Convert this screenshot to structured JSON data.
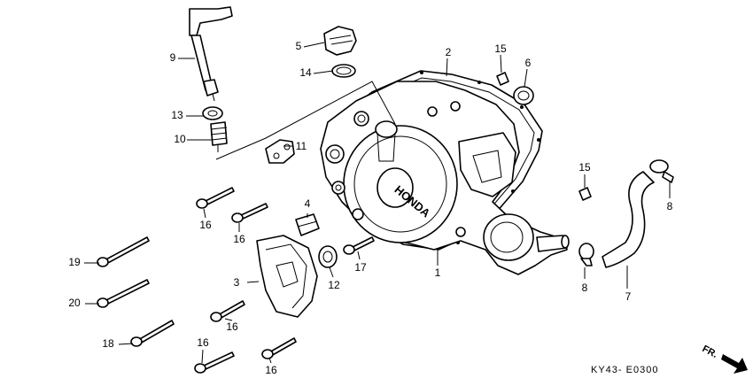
{
  "diagram": {
    "code": "KY43- E0300",
    "direction_label": "FR.",
    "emblem_text": "HONDA",
    "callouts": [
      {
        "id": "c1",
        "text": "1"
      },
      {
        "id": "c2",
        "text": "2"
      },
      {
        "id": "c3",
        "text": "3"
      },
      {
        "id": "c4",
        "text": "4"
      },
      {
        "id": "c5",
        "text": "5"
      },
      {
        "id": "c6",
        "text": "6"
      },
      {
        "id": "c7",
        "text": "7"
      },
      {
        "id": "c8a",
        "text": "8"
      },
      {
        "id": "c8b",
        "text": "8"
      },
      {
        "id": "c9",
        "text": "9"
      },
      {
        "id": "c10",
        "text": "10"
      },
      {
        "id": "c11",
        "text": "11"
      },
      {
        "id": "c12",
        "text": "12"
      },
      {
        "id": "c13",
        "text": "13"
      },
      {
        "id": "c14",
        "text": "14"
      },
      {
        "id": "c15a",
        "text": "15"
      },
      {
        "id": "c15b",
        "text": "15"
      },
      {
        "id": "c16a",
        "text": "16"
      },
      {
        "id": "c16b",
        "text": "16"
      },
      {
        "id": "c16c",
        "text": "16"
      },
      {
        "id": "c16d",
        "text": "16"
      },
      {
        "id": "c16e",
        "text": "16"
      },
      {
        "id": "c17",
        "text": "17"
      },
      {
        "id": "c18",
        "text": "18"
      },
      {
        "id": "c19",
        "text": "19"
      },
      {
        "id": "c20",
        "text": "20"
      }
    ]
  }
}
